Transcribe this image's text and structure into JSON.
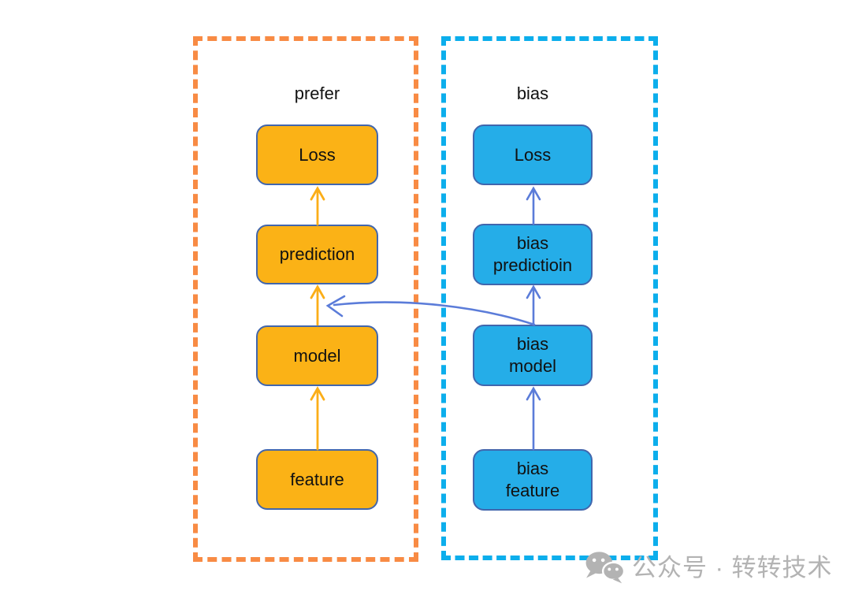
{
  "colors": {
    "prefer_fill": "#fbb216",
    "prefer_arrow": "#fbae18",
    "prefer_dash": "#f88b44",
    "bias_fill": "#25ade8",
    "bias_arrow": "#5b7cd9",
    "bias_dash": "#0caeec",
    "box_border": "#4166ad",
    "text": "#111111",
    "watermark": "#b3b3b3"
  },
  "groups": [
    {
      "label": "prefer",
      "boxes": [
        {
          "label": "Loss"
        },
        {
          "label": "prediction"
        },
        {
          "label": "model"
        },
        {
          "label": "feature"
        }
      ]
    },
    {
      "label": "bias",
      "boxes": [
        {
          "label": "Loss"
        },
        {
          "label": "bias\npredictioin"
        },
        {
          "label": "bias\nmodel"
        },
        {
          "label": "bias\nfeature"
        }
      ]
    }
  ],
  "arrows": [
    {
      "name": "prefer-feature-to-model"
    },
    {
      "name": "prefer-model-to-prediction"
    },
    {
      "name": "prefer-prediction-to-loss"
    },
    {
      "name": "bias-feature-to-bias-model"
    },
    {
      "name": "bias-model-to-bias-predictioin"
    },
    {
      "name": "bias-predictioin-to-loss"
    },
    {
      "name": "bias-model-to-prefer-prediction-cross"
    }
  ],
  "watermark": {
    "icon": "wechat-icon",
    "text": "公众号 · 转转技术"
  }
}
